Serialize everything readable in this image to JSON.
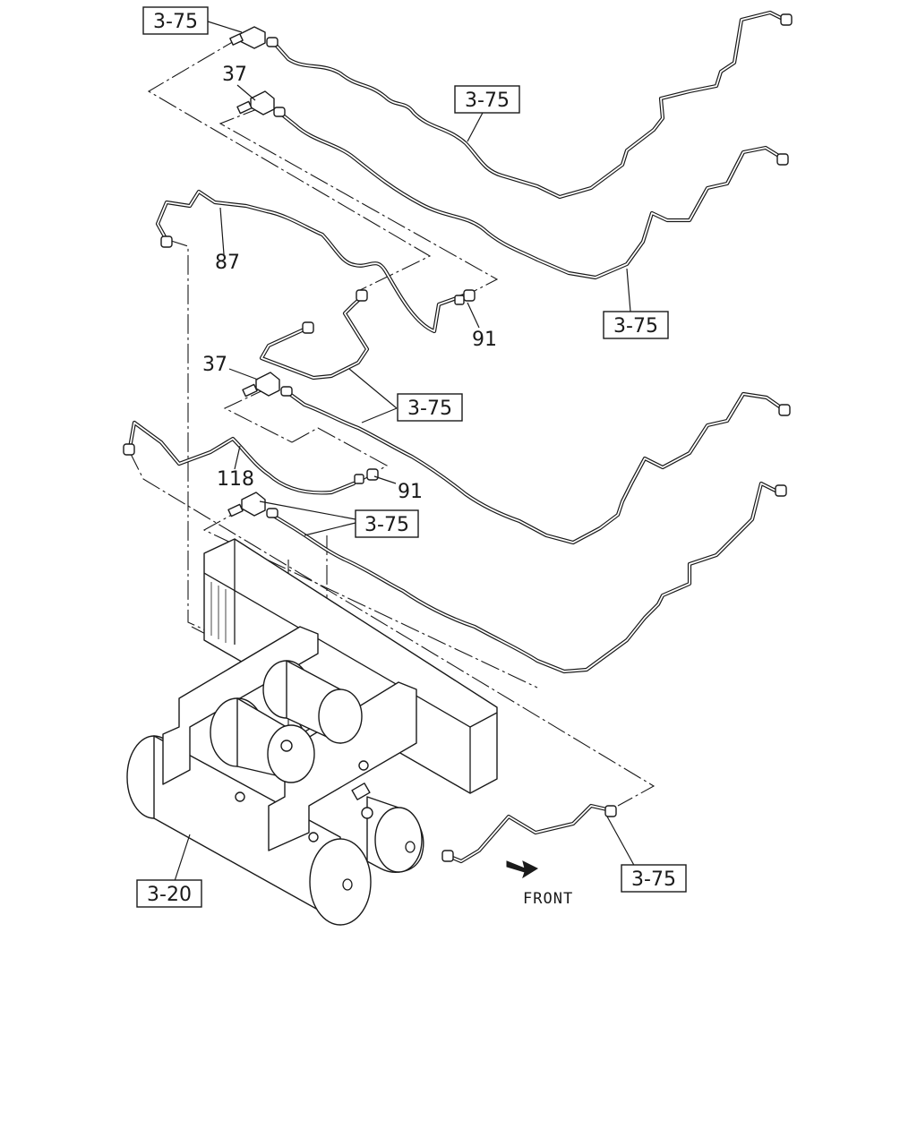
{
  "callouts": {
    "ref_top_left": "3-75",
    "ref_mid_top": "3-75",
    "ref_right_mid": "3-75",
    "ref_center": "3-75",
    "ref_lower": "3-75",
    "ref_bottom_right": "3-75",
    "ref_tank": "3-20",
    "part_37_a": "37",
    "part_37_b": "37",
    "part_87": "87",
    "part_91_a": "91",
    "part_91_b": "91",
    "part_118": "118"
  },
  "direction": {
    "label": "FRONT",
    "icon": "arrow-right-icon"
  }
}
